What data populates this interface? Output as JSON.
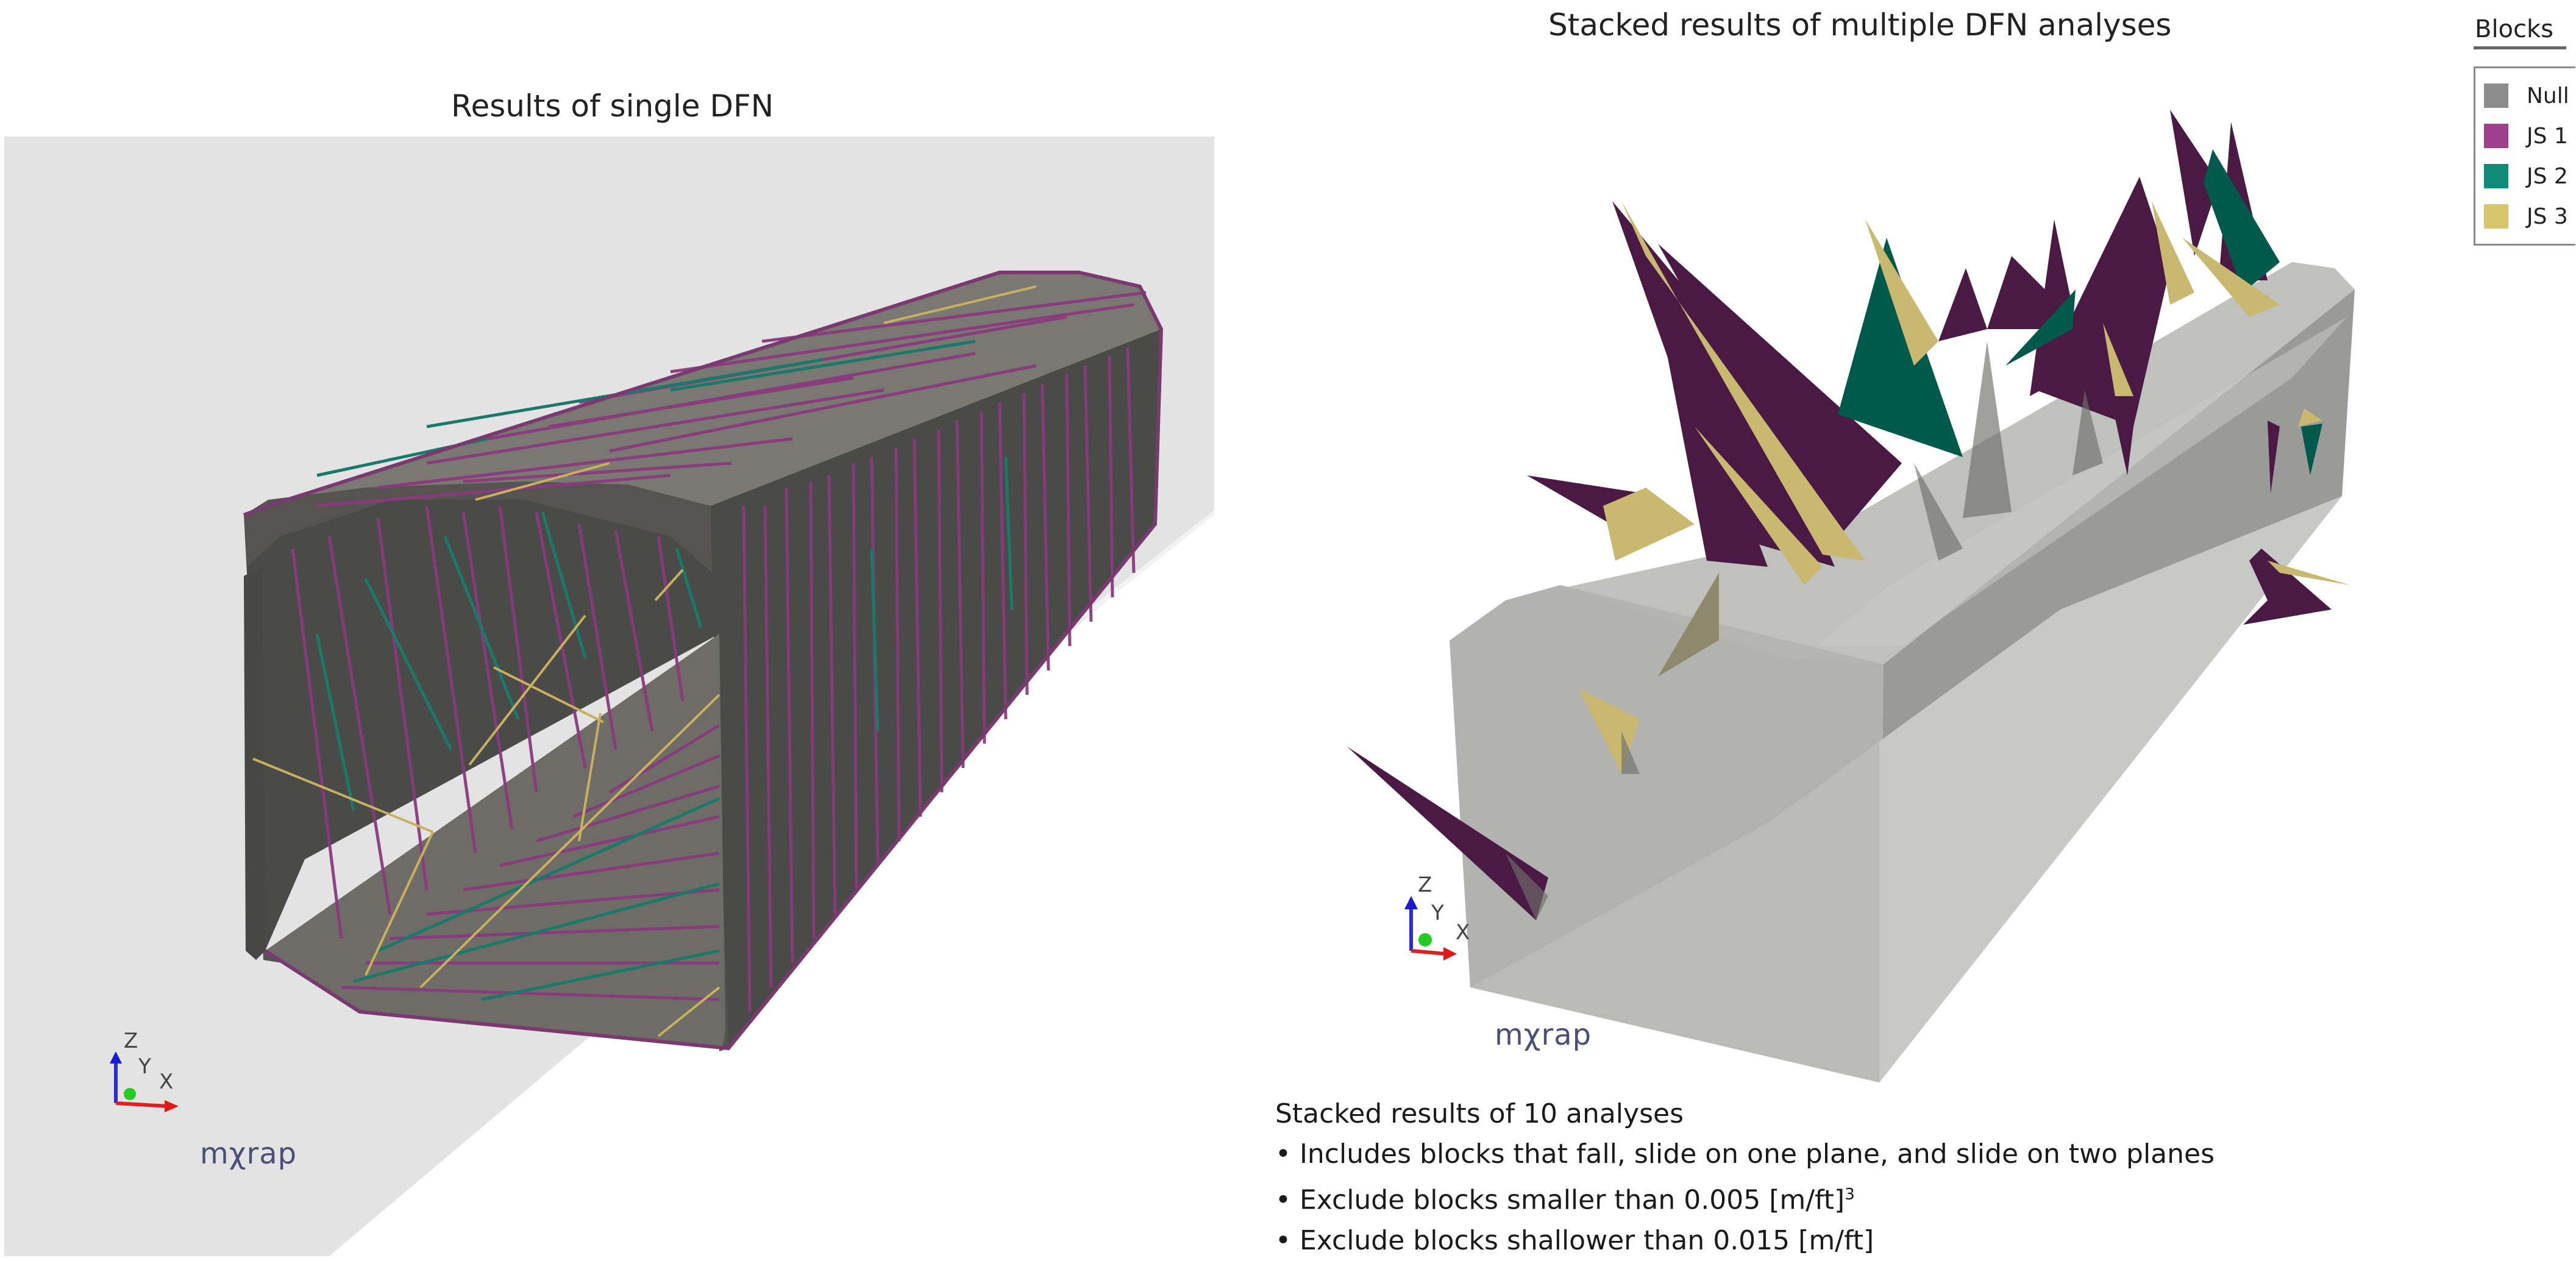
{
  "left_panel": {
    "title": "Results of single DFN",
    "axes": {
      "z": "Z",
      "y": "Y",
      "x": "X"
    },
    "logo": "mχrap",
    "colors": {
      "backdrop": "#e3e3e3",
      "floor_plane": "#e6e6e6",
      "tunnel_wall_dark": "#4a4a48",
      "tunnel_floor": "#6e6c66",
      "tunnel_crown": "#7a7872",
      "js1_trace": "#8a3a7e",
      "js2_trace": "#1a7a6a",
      "js3_trace": "#c8b060"
    }
  },
  "right_panel": {
    "title": "Stacked results of multiple DFN analyses",
    "axes": {
      "z": "Z",
      "y": "Y",
      "x": "X"
    },
    "logo": "mχrap",
    "legend": {
      "title": "Blocks",
      "items": [
        {
          "label": "Null",
          "color": "#8c8c8c"
        },
        {
          "label": "JS 1",
          "color": "#a0408c"
        },
        {
          "label": "JS 2",
          "color": "#0f8a78"
        },
        {
          "label": "JS 3",
          "color": "#d8c46c"
        }
      ]
    },
    "block_colors": {
      "js1": "#4a1a44",
      "js2": "#005a4c",
      "js3": "#c8b870",
      "box_top": "#c2c2c0",
      "box_front": "#b0b0b0",
      "box_side": "#a4a4a4",
      "box_bottom": "#c8c8c6"
    },
    "notes": {
      "heading": "Stacked results of 10 analyses",
      "bullets": [
        "• Includes blocks that fall, slide on one plane, and slide on two planes",
        "• Exclude blocks smaller than 0.005 [m/ft]",
        "• Exclude blocks shallower than 0.015 [m/ft]"
      ],
      "superscript": "3"
    }
  }
}
